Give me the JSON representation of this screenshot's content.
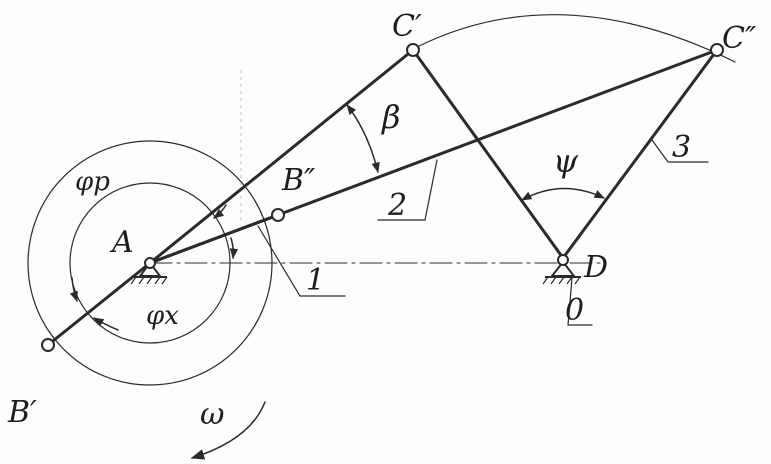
{
  "diagram": {
    "point_labels": {
      "A": "A",
      "B_prime": "B′",
      "B_double_prime": "B″",
      "C_prime": "C′",
      "C_double_prime": "C″",
      "D": "D"
    },
    "link_labels": {
      "link_1": "1",
      "link_2": "2",
      "link_3": "3",
      "frame": "0"
    },
    "angle_labels": {
      "beta": "β",
      "psi": "ψ",
      "phi_working": "φр",
      "phi_idle": "φx",
      "omega": "ω"
    },
    "colors": {
      "ink": "#2a2a2a",
      "background": "#fdfdfc"
    }
  }
}
